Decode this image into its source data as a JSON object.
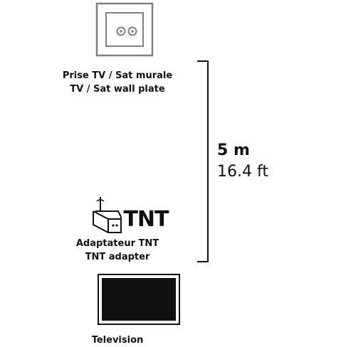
{
  "wall_plate": {
    "label_fr": "Prise TV / Sat murale",
    "label_en": "TV / Sat wall plate",
    "icon": "tv-sat-wall-plate-icon"
  },
  "adapter": {
    "logo_text": "TNT",
    "label_fr": "Adaptateur TNT",
    "label_en": "TNT adapter",
    "icon": "tnt-adapter-icon"
  },
  "television": {
    "label": "Television",
    "icon": "television-icon"
  },
  "distance": {
    "metric": "5 m",
    "imperial": "16.4 ft"
  },
  "colors": {
    "ink": "#111111",
    "plate_gray": "#808080",
    "screen": "#111111"
  }
}
